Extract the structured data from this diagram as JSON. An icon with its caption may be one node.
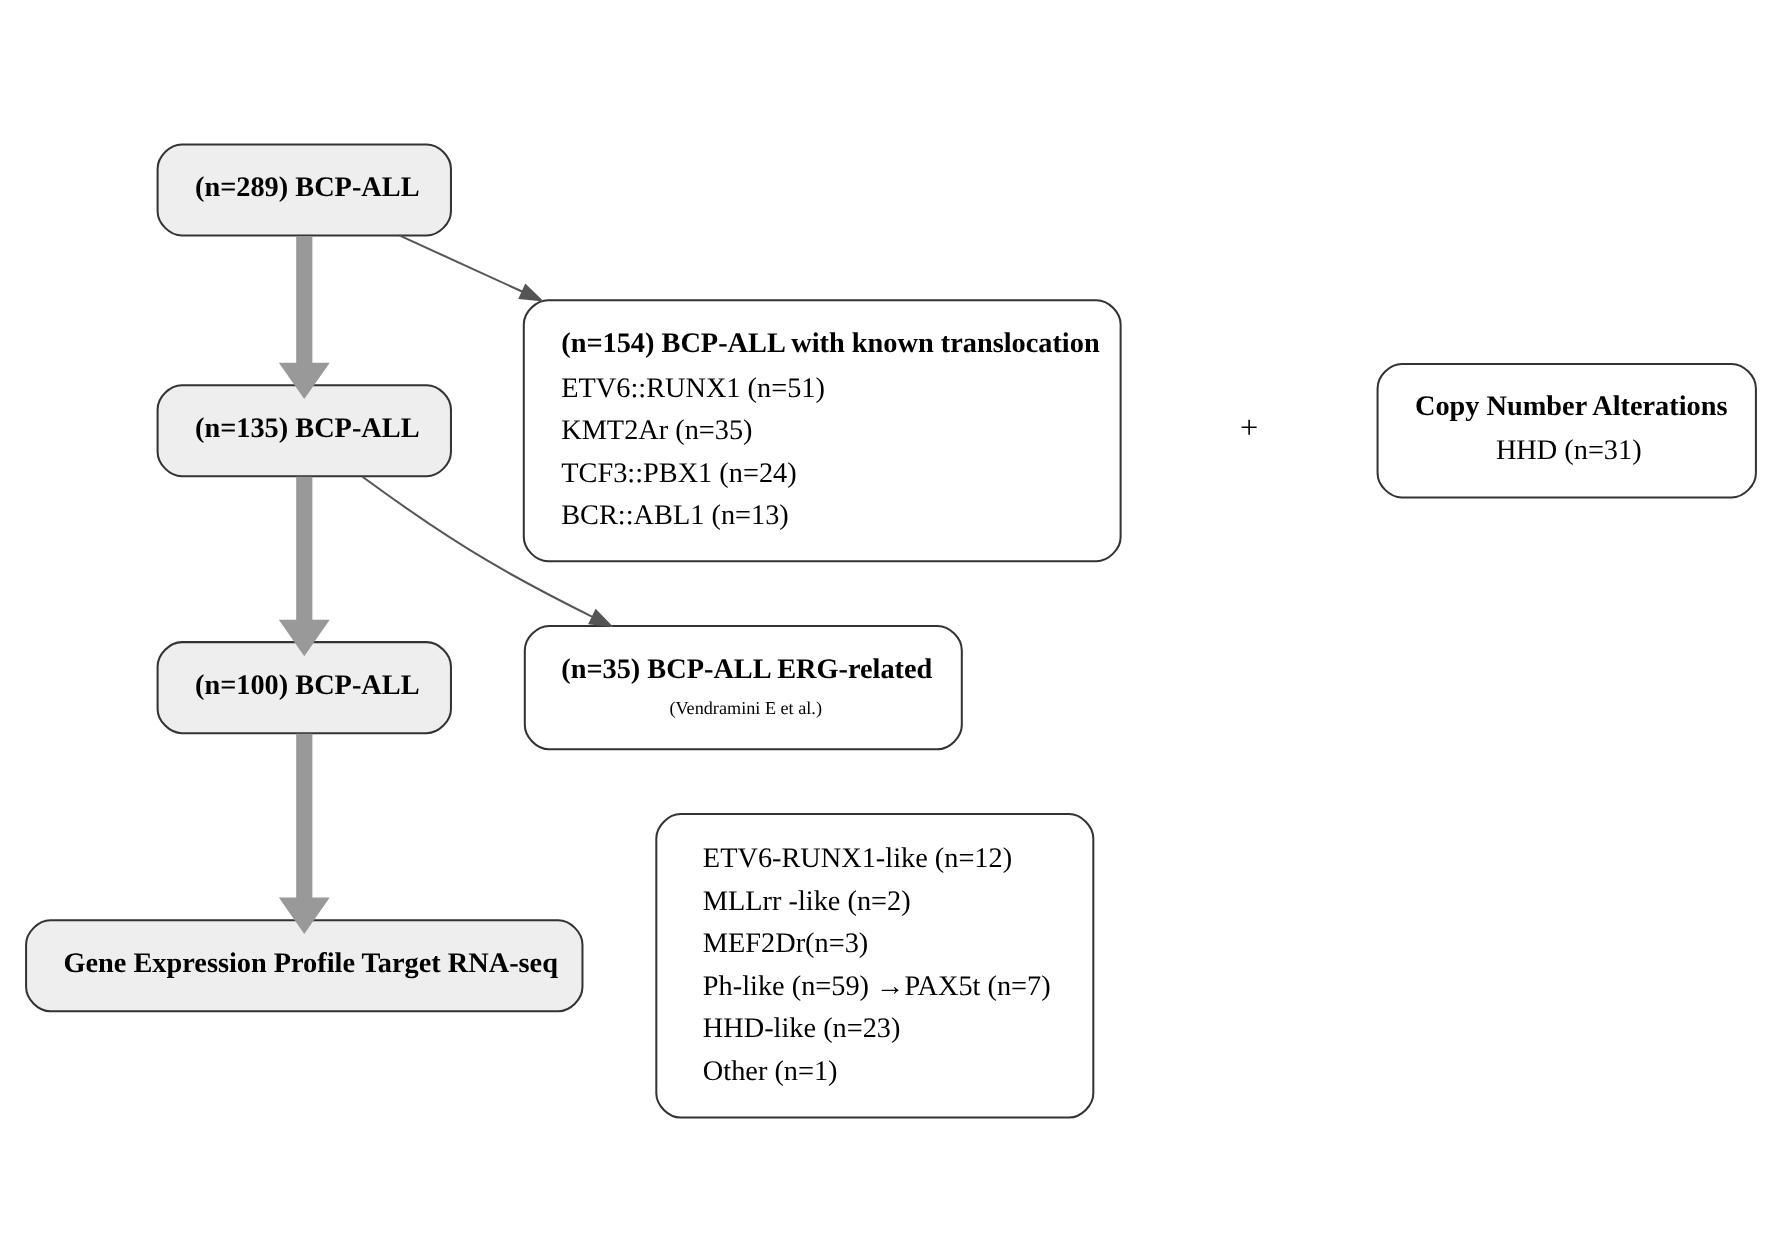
{
  "diagram": {
    "nodes": [
      {
        "text": [
          "(n=289) BCP-ALL"
        ]
      },
      {
        "text": [
          "(n=135) BCP-ALL"
        ]
      },
      {
        "text": [
          "(n=100) BCP-ALL"
        ]
      },
      {
        "text": [
          "Gene Expression Profile Target RNA-seq"
        ]
      },
      {
        "text": [
          "(n=154) BCP-ALL with known translocation",
          "ETV6::RUNX1 (n=51)",
          "KMT2Ar (n=35)",
          "TCF3::PBX1 (n=24)",
          "BCR::ABL1 (n=13)"
        ]
      },
      {
        "text": [
          "Copy Number Alterations",
          "HHD (n=31)"
        ]
      },
      {
        "text": [
          "(n=35) BCP-ALL ERG-related",
          "(Vendramini E et al.)"
        ]
      },
      {
        "text": [
          "ETV6-RUNX1-like (n=12)",
          "MLLrr -like (n=2)",
          "MEF2Dr(n=3)",
          "Ph-like (n=59) →PAX5t (n=7)",
          "HHD-like (n=23)",
          "Other (n=1)"
        ]
      }
    ],
    "edges": [
      {
        "from": 0,
        "to": 1,
        "arrow": "to"
      },
      {
        "from": 0,
        "to": 4,
        "arrow": "to",
        "color": "#555555"
      },
      {
        "from": 1,
        "to": 2,
        "arrow": "to"
      },
      {
        "from": 1,
        "to": 6,
        "arrow": "to",
        "color": "#555555"
      },
      {
        "from": 2,
        "to": 3,
        "arrow": "to"
      }
    ],
    "labels": [
      "+"
    ]
  }
}
